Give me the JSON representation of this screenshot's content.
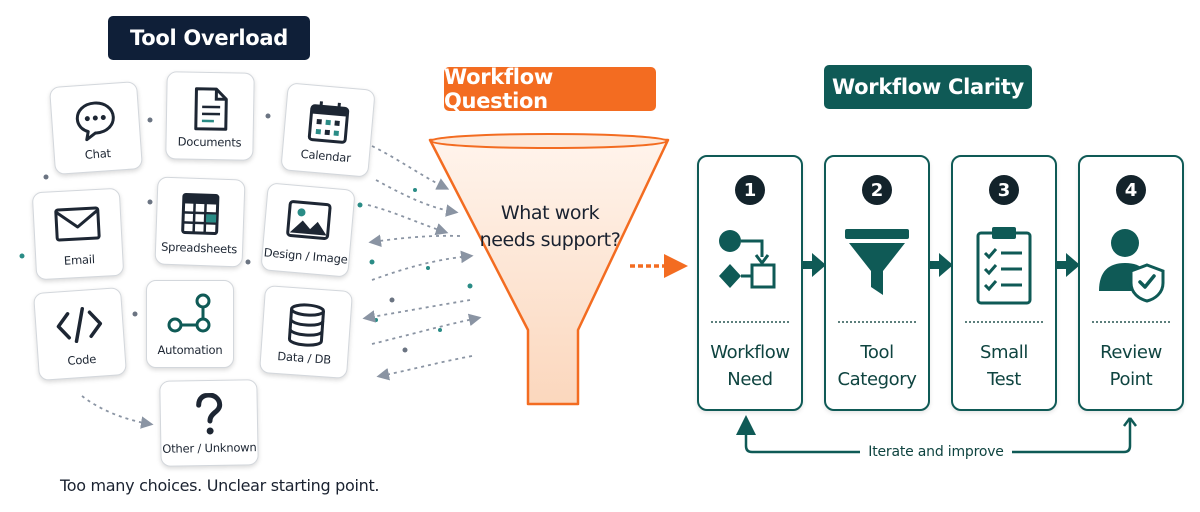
{
  "overload": {
    "title": "Tool Overload",
    "caption": "Too many choices. Unclear starting point.",
    "tools": [
      {
        "label": "Chat",
        "icon": "chat-bubble-icon"
      },
      {
        "label": "Documents",
        "icon": "document-icon"
      },
      {
        "label": "Calendar",
        "icon": "calendar-icon"
      },
      {
        "label": "Email",
        "icon": "envelope-icon"
      },
      {
        "label": "Spreadsheets",
        "icon": "spreadsheet-icon"
      },
      {
        "label": "Design / Image",
        "icon": "image-icon"
      },
      {
        "label": "Code",
        "icon": "code-icon"
      },
      {
        "label": "Automation",
        "icon": "automation-icon"
      },
      {
        "label": "Data / DB",
        "icon": "database-icon"
      },
      {
        "label": "Other / Unknown",
        "icon": "question-mark-icon"
      }
    ]
  },
  "question": {
    "title": "Workflow Question",
    "funnel_line1": "What work",
    "funnel_line2": "needs support?"
  },
  "clarity": {
    "title": "Workflow Clarity",
    "steps": [
      {
        "number": "1",
        "line1": "Workflow",
        "line2": "Need",
        "icon": "flowchart-icon"
      },
      {
        "number": "2",
        "line1": "Tool",
        "line2": "Category",
        "icon": "funnel-icon"
      },
      {
        "number": "3",
        "line1": "Small",
        "line2": "Test",
        "icon": "checklist-icon"
      },
      {
        "number": "4",
        "line1": "Review",
        "line2": "Point",
        "icon": "user-shield-icon"
      }
    ],
    "loop_label": "Iterate and improve"
  },
  "colors": {
    "navy": "#0f1f38",
    "orange": "#f36c21",
    "teal": "#0f5a56",
    "funnel_fill": "#fde3cf"
  }
}
